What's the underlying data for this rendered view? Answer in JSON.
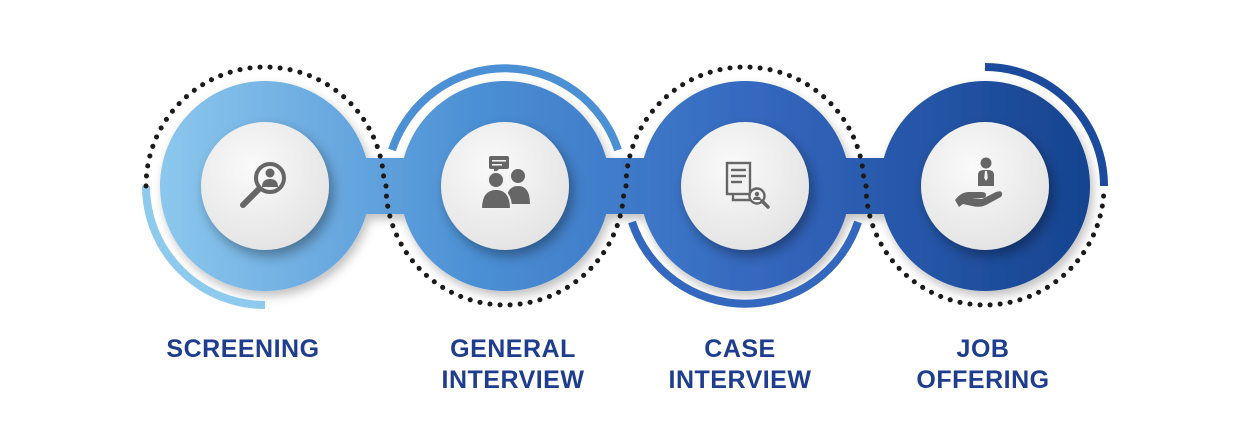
{
  "colors": {
    "step1": "#8ec9ee",
    "step2": "#4b8fd4",
    "step3": "#3467be",
    "step4": "#1c4a9c",
    "label": "#1f3d8f",
    "dots": "#1a1a1a",
    "inner_circle": "#f2f2f2",
    "icon": "#666666"
  },
  "steps": [
    {
      "title_line1": "SCREENING",
      "title_line2": "",
      "icon": "magnifier-person-icon"
    },
    {
      "title_line1": "GENERAL",
      "title_line2": "INTERVIEW",
      "icon": "people-chat-icon"
    },
    {
      "title_line1": "CASE",
      "title_line2": "INTERVIEW",
      "icon": "document-search-icon"
    },
    {
      "title_line1": "JOB",
      "title_line2": "OFFERING",
      "icon": "hand-person-icon"
    }
  ]
}
